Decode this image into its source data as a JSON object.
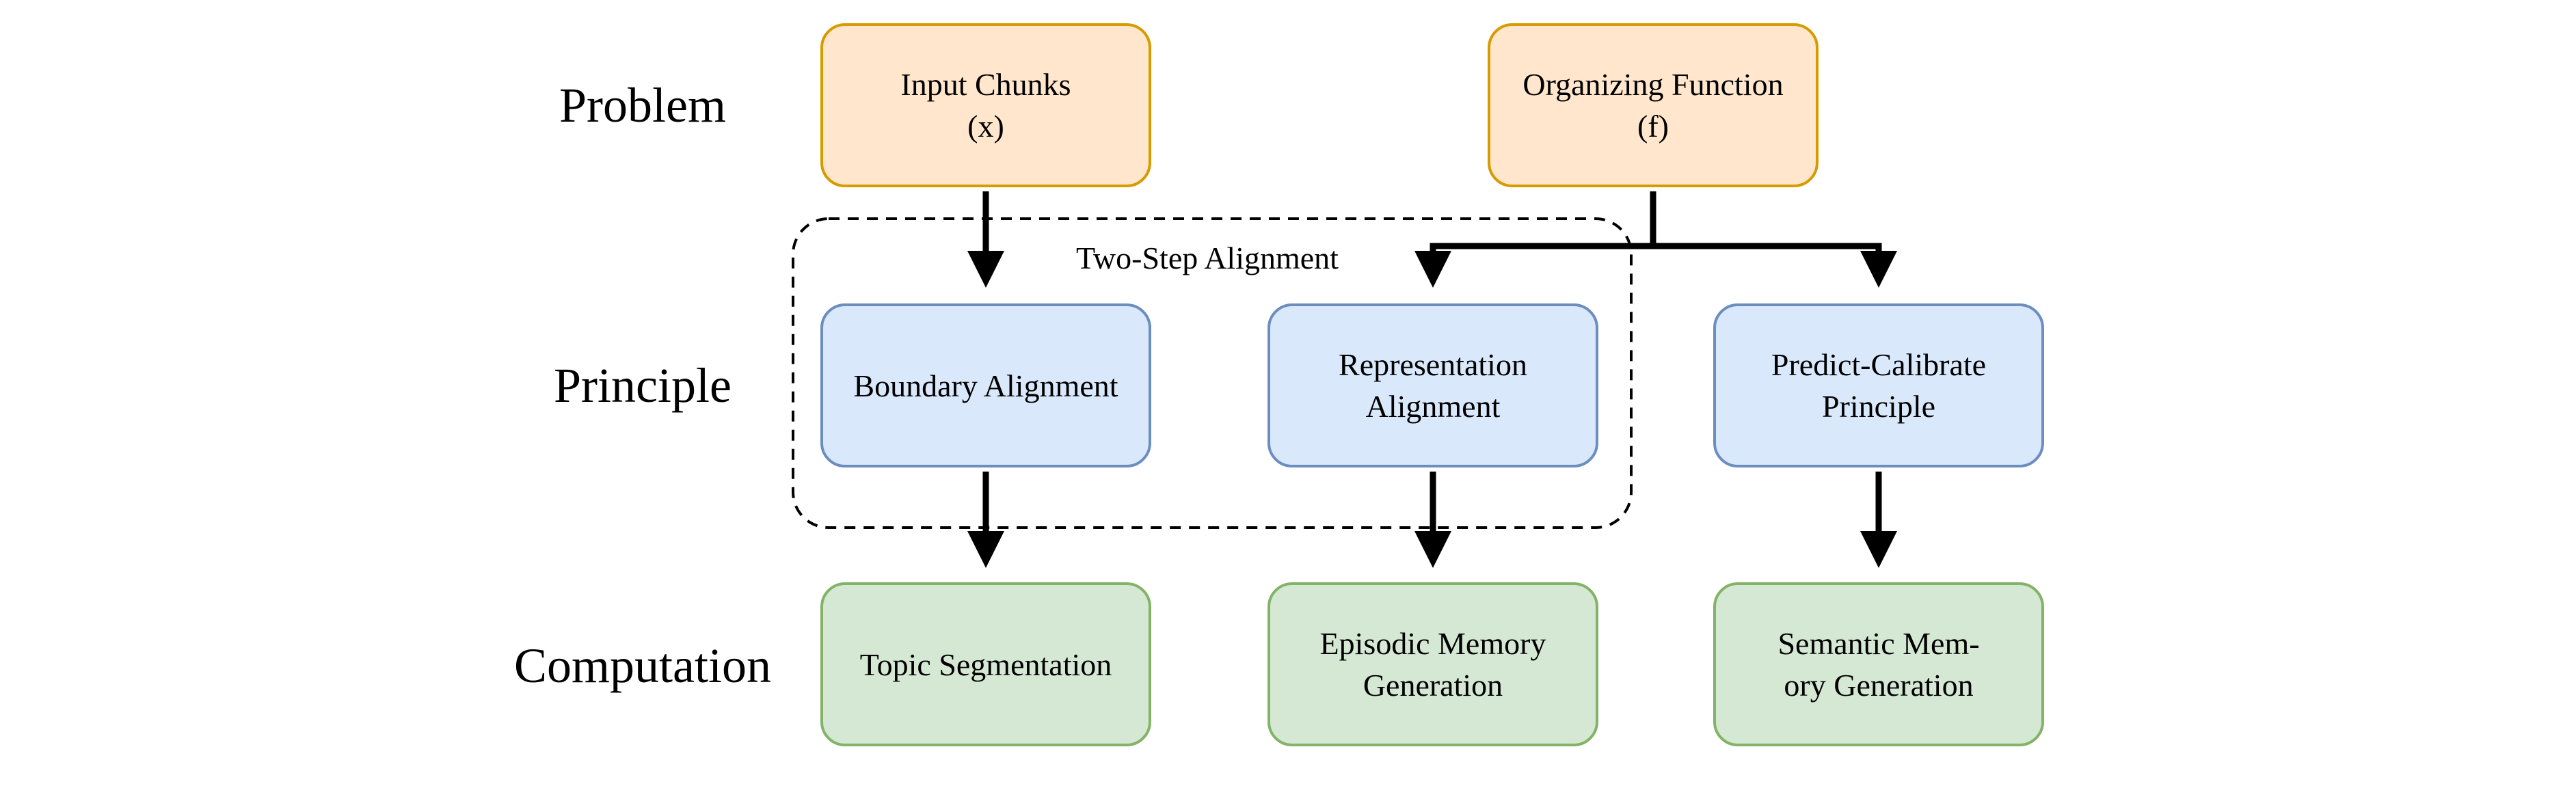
{
  "row_labels": {
    "problem": "Problem",
    "principle": "Principle",
    "computation": "Computation"
  },
  "group": {
    "label": "Two-Step Alignment"
  },
  "nodes": {
    "input_chunks": {
      "line1": "Input Chunks",
      "line2": "(x)"
    },
    "organizing_function": {
      "line1": "Organizing Function",
      "line2": "(f)"
    },
    "boundary_alignment": {
      "line1": "Boundary Alignment"
    },
    "representation_alignment": {
      "line1": "Representation",
      "line2": "Alignment"
    },
    "predict_calibrate": {
      "line1": "Predict-Calibrate",
      "line2": "Principle"
    },
    "topic_segmentation": {
      "line1": "Topic Segmentation"
    },
    "episodic_memory": {
      "line1": "Episodic Memory",
      "line2": "Generation"
    },
    "semantic_memory": {
      "line1": "Semantic Mem-",
      "line2": "ory Generation"
    }
  },
  "colors": {
    "problem_fill": "#ffe6cc",
    "problem_stroke": "#d79b00",
    "principle_fill": "#dae8fc",
    "principle_stroke": "#6c8ebf",
    "computation_fill": "#d5e8d4",
    "computation_stroke": "#82b366",
    "edge": "#000000"
  }
}
